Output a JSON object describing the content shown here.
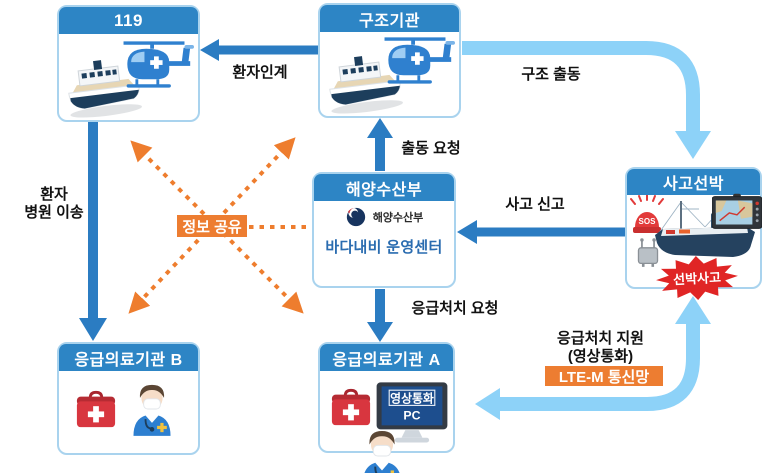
{
  "boxes": {
    "b119": {
      "title": "119"
    },
    "rescue": {
      "title": "구조기관"
    },
    "ministry": {
      "title": "해양수산부",
      "logo_text": "해양수산부",
      "center_name": "바다내비 운영센터"
    },
    "accident_ship": {
      "title": "사고선박",
      "sos": "SOS",
      "burst": "선박사고"
    },
    "hospital_b": {
      "title": "응급의료기관 B"
    },
    "hospital_a": {
      "title": "응급의료기관 A",
      "monitor_line1": "영상통화",
      "monitor_line2": "PC"
    }
  },
  "labels": {
    "patient_handover": "환자인계",
    "rescue_dispatch": "구조 출동",
    "dispatch_request": "출동 요청",
    "accident_report": "사고 신고",
    "patient_transfer_1": "환자",
    "patient_transfer_2": "병원 이송",
    "info_sharing": "정보 공유",
    "first_aid_request": "응급처치 요청",
    "first_aid_support_1": "응급처치 지원",
    "first_aid_support_2": "(영상통화)",
    "lte_network": "LTE-M 통신망"
  },
  "colors": {
    "header_blue": "#2d85c5",
    "arrow_blue": "#2b7cc2",
    "arrow_light_blue": "#8dd2f8",
    "orange": "#ed7d31",
    "box_border": "#a9d3ee",
    "red": "#d8363f",
    "navy": "#17345f",
    "screen_blue": "#1d4e8e"
  }
}
